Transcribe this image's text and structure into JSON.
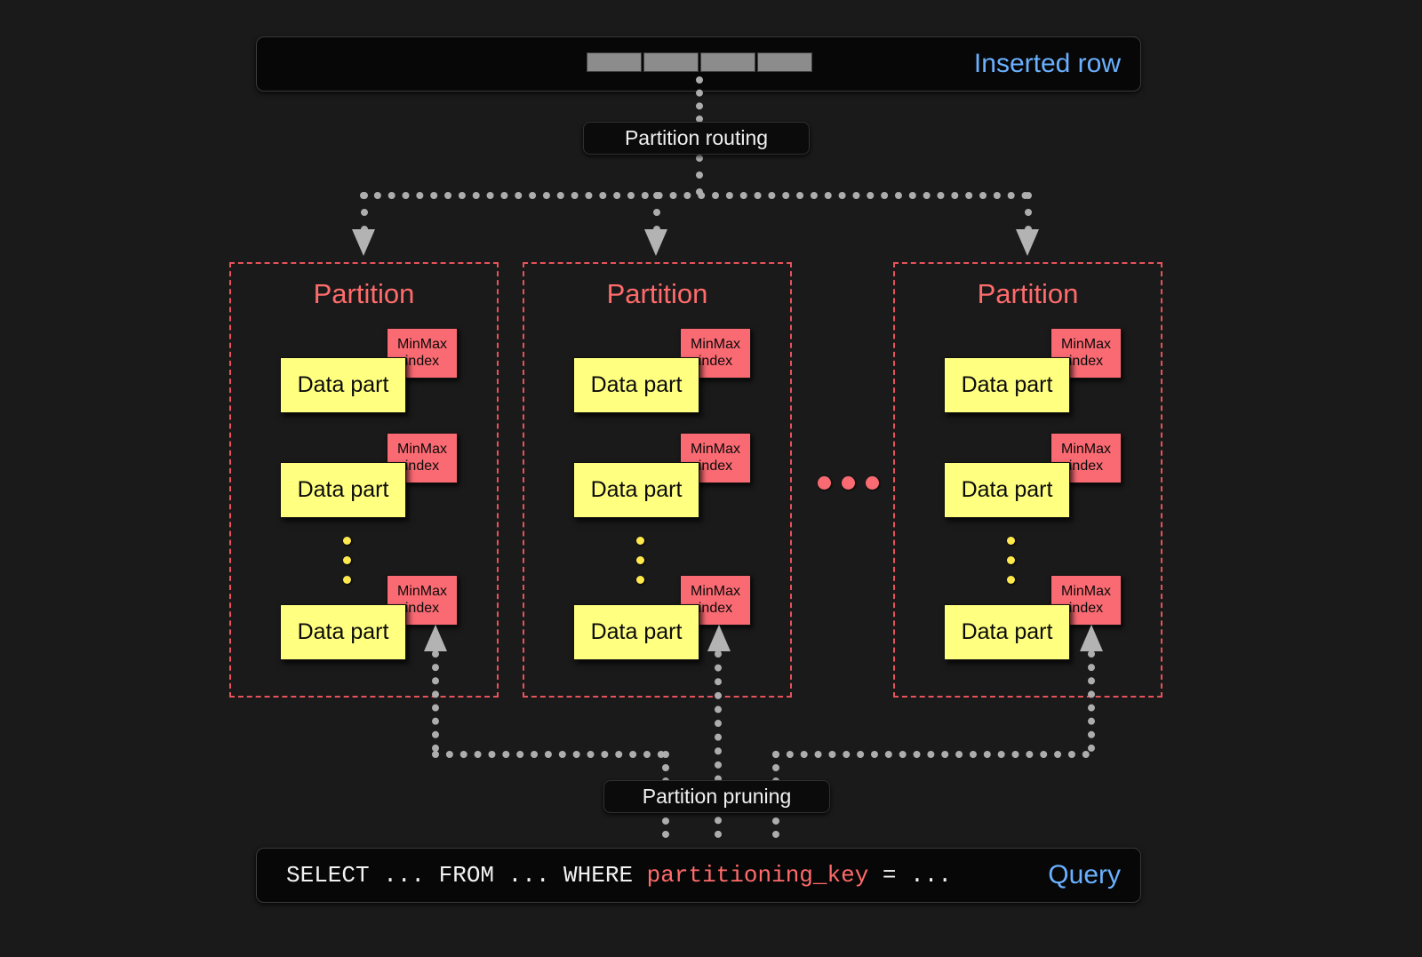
{
  "page": {
    "background": "#1a1a1a",
    "accent_blue": "#6ab0ff",
    "accent_red": "#fa6a72",
    "accent_yellow": "#ffff80"
  },
  "inserted": {
    "label": "Inserted row",
    "cells": [
      "",
      "",
      "",
      ""
    ]
  },
  "routing": {
    "label": "Partition routing"
  },
  "pruning": {
    "label": "Partition pruning"
  },
  "partitions": [
    {
      "title": "Partition",
      "parts": [
        {
          "datapart": "Data part",
          "index_line1": "MinMax",
          "index_line2": "index"
        },
        {
          "datapart": "Data part",
          "index_line1": "MinMax",
          "index_line2": "index"
        },
        {
          "datapart": "Data part",
          "index_line1": "MinMax",
          "index_line2": "index"
        }
      ]
    },
    {
      "title": "Partition",
      "parts": [
        {
          "datapart": "Data part",
          "index_line1": "MinMax",
          "index_line2": "index"
        },
        {
          "datapart": "Data part",
          "index_line1": "MinMax",
          "index_line2": "index"
        },
        {
          "datapart": "Data part",
          "index_line1": "MinMax",
          "index_line2": "index"
        }
      ]
    },
    {
      "title": "Partition",
      "parts": [
        {
          "datapart": "Data part",
          "index_line1": "MinMax",
          "index_line2": "index"
        },
        {
          "datapart": "Data part",
          "index_line1": "MinMax",
          "index_line2": "index"
        },
        {
          "datapart": "Data part",
          "index_line1": "MinMax",
          "index_line2": "index"
        }
      ]
    }
  ],
  "query": {
    "label": "Query",
    "prefix": "SELECT ... FROM ... WHERE ",
    "key": "partitioning_key",
    "suffix": " = ..."
  }
}
